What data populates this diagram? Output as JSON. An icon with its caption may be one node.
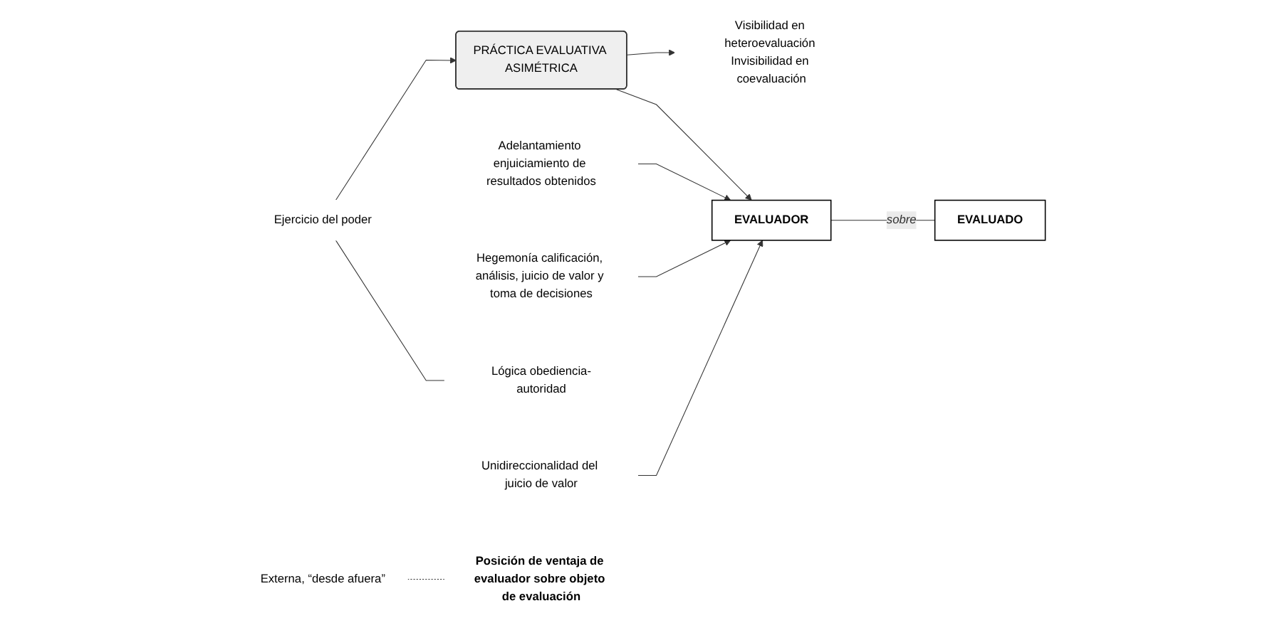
{
  "diagram": {
    "nodes": [
      {
        "text": [
          "Visibilidad en heteroevaluación Invisibilidad en coevaluación"
        ]
      },
      {
        "text": [
          "Ejercicio del poder"
        ]
      },
      {
        "text": [
          "PRÁCTICA EVALUATIVA ASIMÉTRICA"
        ]
      },
      {
        "text": [
          "EVALUADOR"
        ]
      },
      {
        "text": [
          "Adelantamiento enjuiciamiento de resultados obtenidos"
        ]
      },
      {
        "text": [
          "Hegemonía calificación, análisis, juicio de valor y toma de decisiones"
        ]
      },
      {
        "text": [
          "Lógica obediencia-autoridad"
        ]
      },
      {
        "text": [
          "EVALUADO"
        ]
      },
      {
        "text": [
          "Unidireccionalidad del juicio de valor"
        ]
      },
      {
        "text": [
          "Posición de ventaja de evaluador sobre objeto de evaluación"
        ]
      },
      {
        "text": [
          "Externa, “desde afuera”"
        ]
      }
    ],
    "edges": [
      {
        "from": 1,
        "to": 2,
        "arrow": "to"
      },
      {
        "from": 2,
        "to": 0,
        "arrow": "to"
      },
      {
        "from": 2,
        "to": 3,
        "arrow": "to"
      },
      {
        "from": 4,
        "to": 3,
        "arrow": "to"
      },
      {
        "from": 5,
        "to": 3,
        "arrow": "to"
      },
      {
        "from": 8,
        "to": 3,
        "arrow": "to"
      },
      {
        "from": 1,
        "to": 6,
        "arrow": "none"
      },
      {
        "from": 3,
        "to": 7,
        "arrow": "none",
        "label": "sobre"
      },
      {
        "from": 10,
        "to": 9,
        "arrow": "none",
        "style": "dashed"
      }
    ]
  }
}
